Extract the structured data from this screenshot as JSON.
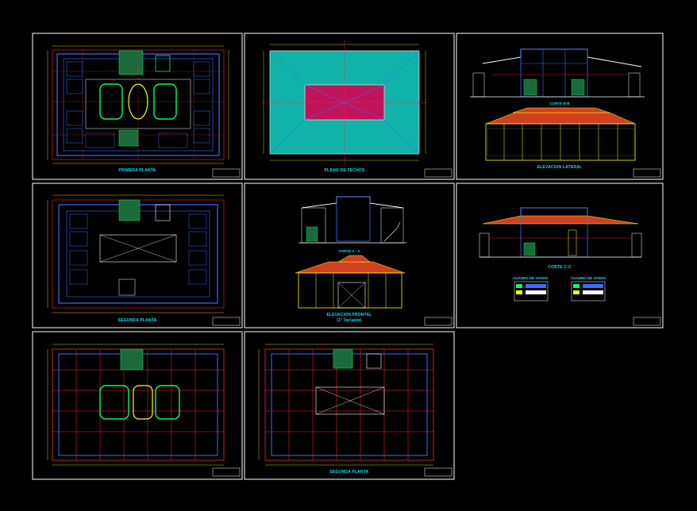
{
  "drawing": {
    "background": "#000000",
    "frame_color": "#ffffff",
    "colors": {
      "walls": "#3b6bff",
      "axes": "#ff2a2a",
      "dimensions": "#ffff00",
      "text": "#00e5ff",
      "green": "#00ff66",
      "magenta": "#ff40ff",
      "roof": "#d04020",
      "teal": "#11b3a8",
      "crimson": "#c0145a",
      "white": "#ffffff"
    }
  },
  "sheets": [
    {
      "id": "primera-planta",
      "title": "PRIMERA PLANTA",
      "subtitle": ""
    },
    {
      "id": "plano-de-techos",
      "title": "PLANO DE TECHOS",
      "subtitle": ""
    },
    {
      "id": "cortes-elevacion",
      "title": "ELEVACION LATERAL",
      "subtitle": "CORTE B-B"
    },
    {
      "id": "segunda-planta",
      "title": "SEGUNDA PLANTA",
      "subtitle": ""
    },
    {
      "id": "corte-aa",
      "title": "ELEVACION FRONTAL",
      "title_2": "(1° Variante)",
      "subtitle": "CORTE A - A"
    },
    {
      "id": "corte-cc",
      "title": "CORTE C-C",
      "subtitle": ""
    },
    {
      "id": "primera-planta-cimientos",
      "title": "",
      "subtitle": ""
    },
    {
      "id": "segunda-planta-2",
      "title": "SEGUNDA PLANTA",
      "subtitle": ""
    }
  ],
  "legend_tables": {
    "left_title": "CUADRO DE VANOS",
    "right_title": "CUADRO DE VANOS"
  }
}
